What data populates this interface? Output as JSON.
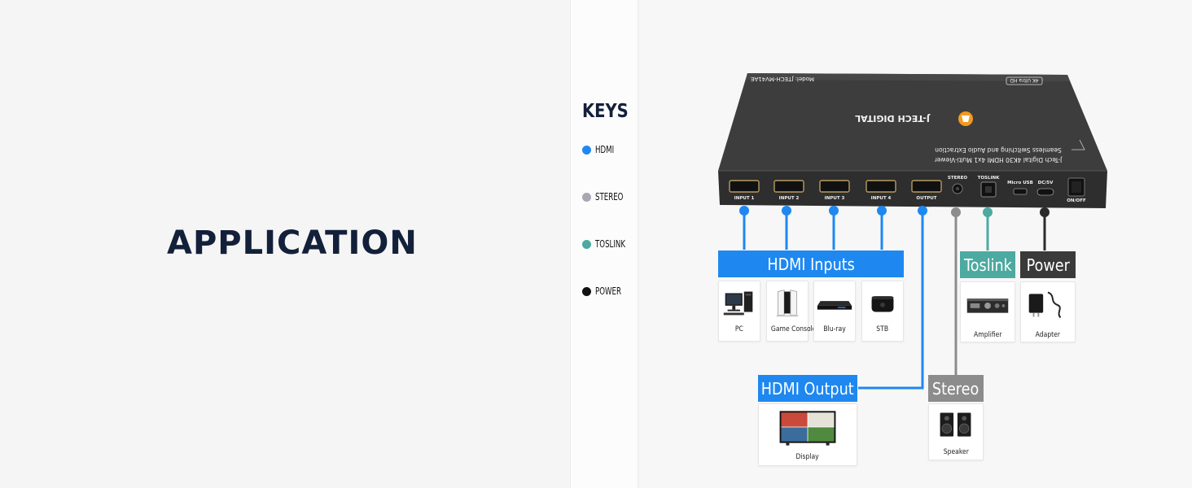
{
  "heading": "APPLICATION",
  "keys": {
    "title": "KEYS",
    "items": [
      {
        "label": "HDMI",
        "color": "#1e88f0"
      },
      {
        "label": "STEREO",
        "color": "#a8a8b3"
      },
      {
        "label": "TOSLINK",
        "color": "#4caaa0"
      },
      {
        "label": "POWER",
        "color": "#111111"
      }
    ]
  },
  "device": {
    "model": "Model: JTECH-MV41AE",
    "brand": "J-TECH DIGITAL",
    "badge": "4K Ultra HD",
    "description_line1": "J-Tech Digital 4K30 HDMI 4x1 Multi-Viewer",
    "description_line2": "Seamless Switching and Audio Extraction",
    "ports": {
      "input1": "INPUT 1",
      "input2": "INPUT 2",
      "input3": "INPUT 3",
      "input4": "INPUT 4",
      "output": "OUTPUT",
      "stereo": "STEREO",
      "toslink": "TOSLINK",
      "micro_usb": "Micro USB",
      "dc": "DC/5V",
      "switch": "ON/OFF"
    }
  },
  "groups": {
    "hdmi_inputs": "HDMI Inputs",
    "hdmi_output": "HDMI Output",
    "toslink": "Toslink",
    "power": "Power",
    "stereo": "Stereo"
  },
  "devices": {
    "pc": "PC",
    "game_console": "Game Console",
    "bluray": "Blu-ray",
    "stb": "STB",
    "amplifier": "Amplifier",
    "adapter": "Adapter",
    "display": "Display",
    "speaker": "Speaker"
  },
  "colors": {
    "hdmi": "#1e88f0",
    "stereo": "#8c8c8c",
    "toslink": "#4caaa0",
    "power": "#2b2b2b",
    "heading": "#13203a"
  }
}
